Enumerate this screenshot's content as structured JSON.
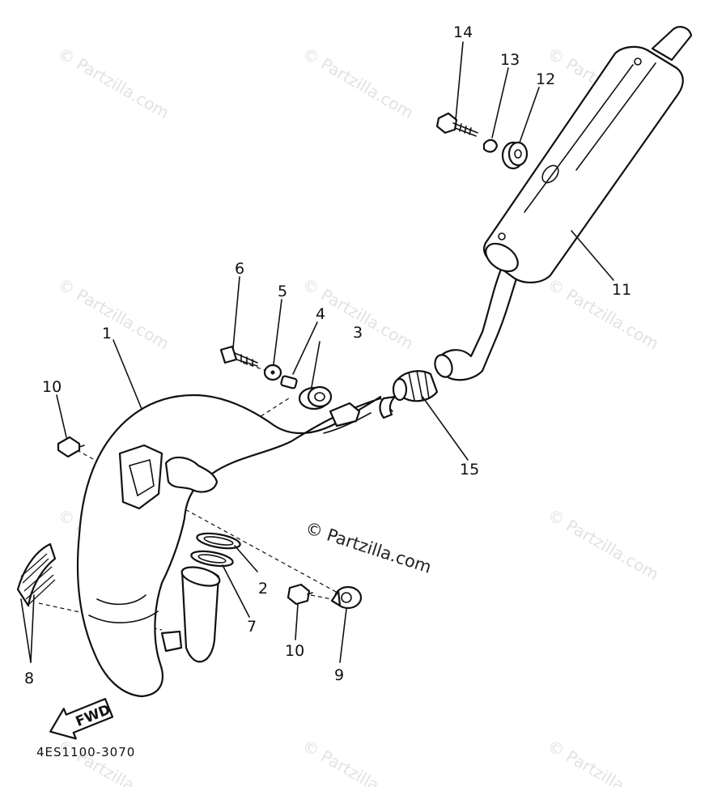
{
  "watermark": {
    "text": "© Partzilla.com"
  },
  "diagram_code": "4ES1100-3070",
  "direction_arrow": {
    "label": "FWD"
  },
  "callouts": [
    "1",
    "2",
    "3",
    "4",
    "5",
    "6",
    "7",
    "8",
    "9",
    "10",
    "10",
    "11",
    "12",
    "13",
    "14",
    "15"
  ]
}
